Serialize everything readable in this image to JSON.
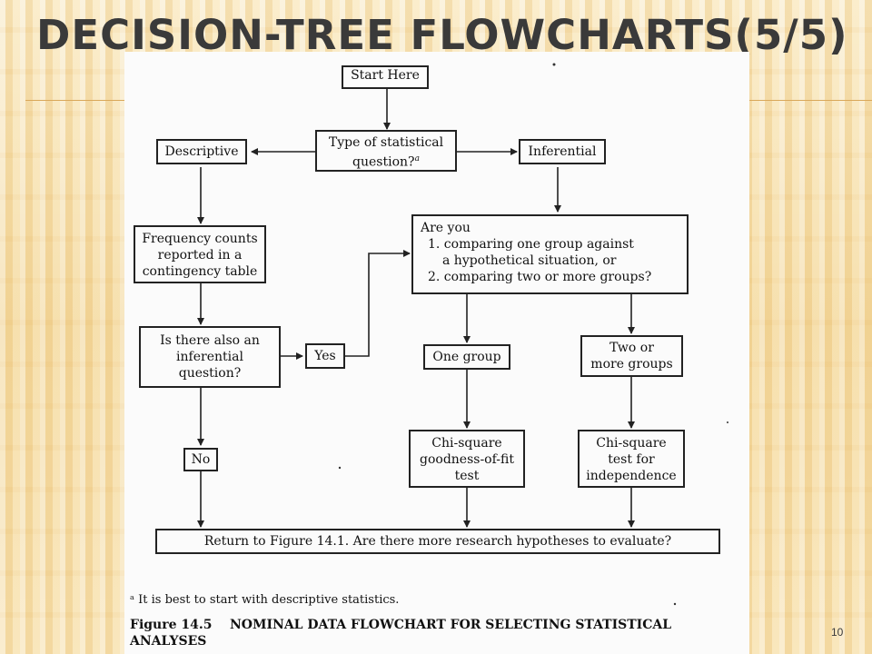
{
  "slide": {
    "title": "DECISION-TREE FLOWCHARTS(5/5)",
    "page_number": "10"
  },
  "flowchart": {
    "start": "Start Here",
    "question": [
      "Type of statistical",
      "question?"
    ],
    "question_footnote_mark": "a",
    "descriptive": "Descriptive",
    "inferential": "Inferential",
    "frequency": [
      "Frequency counts",
      "reported in a",
      "contingency table"
    ],
    "are_you": [
      "Are you",
      "1. comparing one group against",
      "a hypothetical situation, or",
      "2. comparing two or more groups?"
    ],
    "also_inferential": [
      "Is there also an",
      "inferential",
      "question?"
    ],
    "yes": "Yes",
    "no": "No",
    "one_group": "One group",
    "two_groups": [
      "Two or",
      "more groups"
    ],
    "goodness_of_fit": [
      "Chi-square",
      "goodness-of-fit",
      "test"
    ],
    "independence": [
      "Chi-square",
      "test for",
      "independence"
    ],
    "return": "Return to Figure 14.1. Are there more research hypotheses to evaluate?"
  },
  "footnote": "ᵃ It is best to start with descriptive statistics.",
  "caption": {
    "label": "Figure 14.5",
    "text": "NOMINAL DATA FLOWCHART FOR SELECTING STATISTICAL ANALYSES"
  }
}
